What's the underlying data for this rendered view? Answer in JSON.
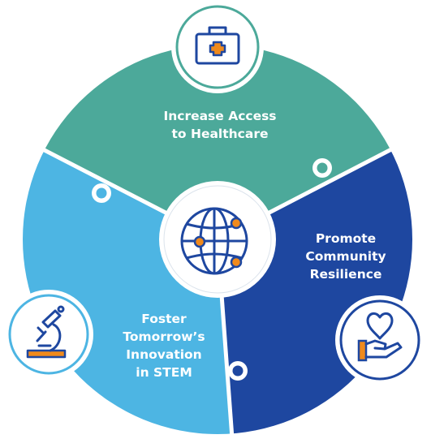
{
  "diagram": {
    "segments": [
      {
        "id": "healthcare",
        "lines": [
          "Increase Access",
          "to Healthcare"
        ],
        "color": "#4CA99A",
        "icon": "first-aid-kit-icon"
      },
      {
        "id": "resilience",
        "lines": [
          "Promote",
          "Community",
          "Resilience"
        ],
        "color": "#1E47A0",
        "icon": "heart-in-hand-icon"
      },
      {
        "id": "stem",
        "lines": [
          "Foster",
          "Tomorrow’s",
          "Innovation",
          "in STEM"
        ],
        "color": "#4DB5E3",
        "icon": "microscope-icon"
      }
    ],
    "center_icon": "globe-network-icon",
    "accent_color": "#F08A1C",
    "outline_color": "#1E47A0"
  }
}
